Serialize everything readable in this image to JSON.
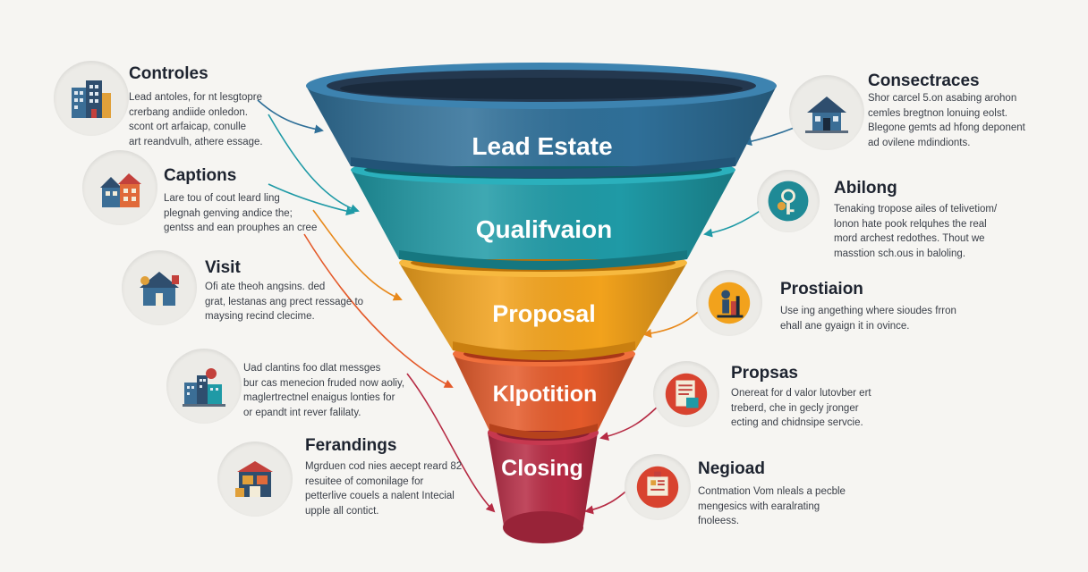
{
  "funnel": {
    "stages": [
      {
        "label": "Lead Estate",
        "color": "#2f6f98"
      },
      {
        "label": "Qualifvaion",
        "color": "#1f9aa6"
      },
      {
        "label": "Proposal",
        "color": "#f2a21c"
      },
      {
        "label": "Klpotition",
        "color": "#e45a2a"
      },
      {
        "label": "Closing",
        "color": "#b62b44"
      }
    ]
  },
  "left_callouts": [
    {
      "title": "Controles",
      "icon": "building-icon",
      "lines": [
        "Lead antoles,  for nt lesgtopre",
        "crerbang andiide onledon.",
        "scont ort arfaicap, conulle",
        "art reandvulh, athere essage."
      ]
    },
    {
      "title": "Captions",
      "icon": "houses-icon",
      "lines": [
        "Lare tou of cout leard ling",
        "plegnah genving andice the;",
        "gentss and ean prouphes an cree"
      ]
    },
    {
      "title": "Visit",
      "icon": "house-visit-icon",
      "lines": [
        "Ofi ate theoh angsins. ded",
        "grat, lestanas ang prect ressage to",
        "maysing recind clecime."
      ]
    },
    {
      "title": "",
      "icon": "city-icon",
      "lines": [
        "Uad clantins foo dlat messges",
        "bur cas menecion fruded now aoliy,",
        "maglertrectnel enaigus lonties for",
        "or epandt int rever falilaty."
      ]
    },
    {
      "title": "Ferandings",
      "icon": "shop-icon",
      "lines": [
        "Mgrduen cod nies aecept reard 82",
        "resuitee of comonilage for",
        "petterlive couels a nalent Intecial",
        "upple all contict."
      ]
    }
  ],
  "right_callouts": [
    {
      "title": "Consectraces",
      "icon": "home-icon",
      "lines": [
        "Shor carcel 5.on asabing arohon",
        "cemles bregtnon lonuing eolst.",
        "Blegone gemts ad hfong deponent",
        "ad ovilene mdindionts."
      ]
    },
    {
      "title": "Abilong",
      "icon": "keys-icon",
      "lines": [
        "Tenaking tropose ailes of telivetiom/",
        "lonon hate pook relquhes the real",
        "mord archest redothes. Thout we",
        "masstion sch.ous in baloling."
      ]
    },
    {
      "title": "Prostiaion",
      "icon": "presenter-icon",
      "lines": [
        "Use ing angething where sioudes frron",
        "ehall ane gyaign it in ovince."
      ]
    },
    {
      "title": "Propsas",
      "icon": "document-icon",
      "lines": [
        "Onereat for d valor lutovber ert",
        "treberd, che in gecly jronger",
        "ecting and chidnsipe servcie."
      ]
    },
    {
      "title": "Negioad",
      "icon": "contract-icon",
      "lines": [
        "Contmation Vom nleals a pecble",
        "mengesics with earalrating",
        "fnoleess."
      ]
    }
  ]
}
